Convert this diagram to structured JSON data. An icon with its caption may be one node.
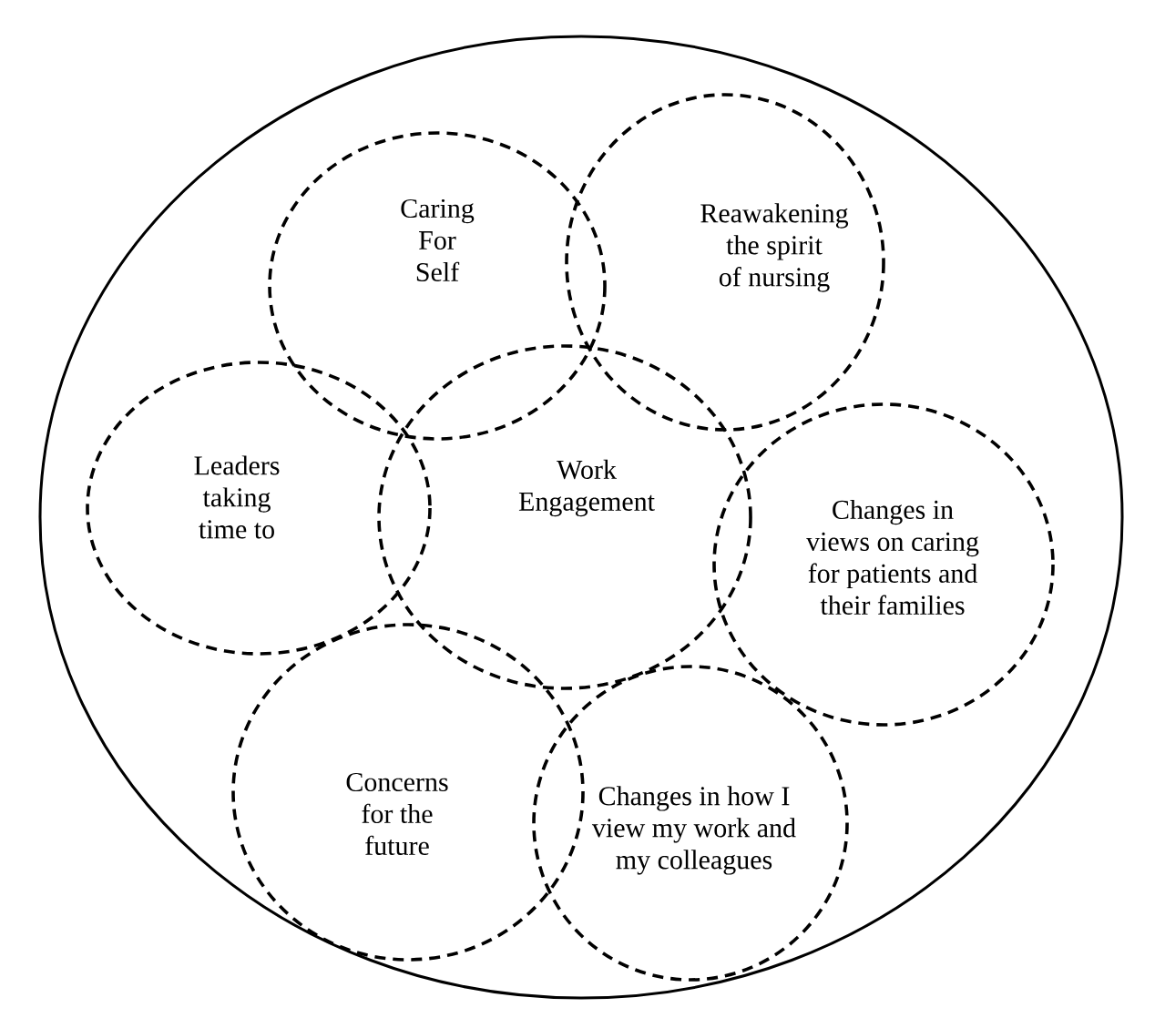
{
  "diagram": {
    "nodes": [
      {
        "text": [],
        "shape": "circle"
      },
      {
        "text": [
          "Caring For Self"
        ],
        "in": 0
      },
      {
        "text": [
          "Reawakening the spirit of nursing"
        ],
        "in": 0
      },
      {
        "text": [
          "Leaders taking time to"
        ],
        "in": 0
      },
      {
        "text": [
          "Work Engagement"
        ],
        "in": 0
      },
      {
        "text": [
          "Changes in views on caring for patients and their families"
        ],
        "in": 0
      },
      {
        "text": [
          "Concerns for the future"
        ],
        "in": 0
      },
      {
        "text": [
          "Changes in how I view my work and my colleagues"
        ],
        "in": 0
      }
    ]
  }
}
